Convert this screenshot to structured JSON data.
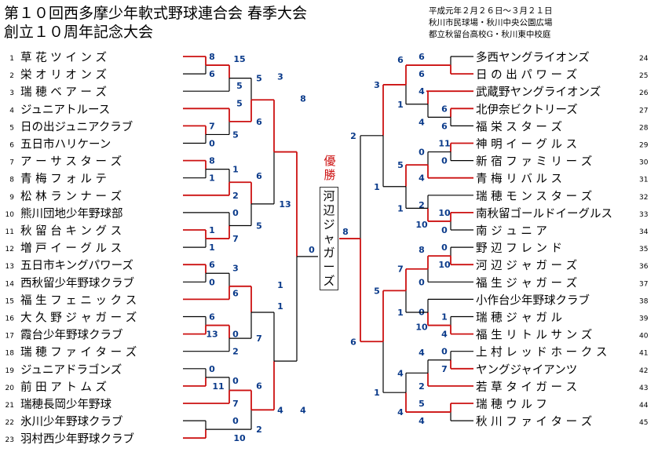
{
  "header": {
    "title_line1": "第１０回西多摩少年軟式野球連合会 春季大会",
    "title_line2": "創立１０周年記念大会",
    "date": "平成元年２月２６日～３月２１日",
    "venue1": "秋川市民球場・秋川中央公園広場",
    "venue2": "都立秋留台高校G・秋川東中校庭"
  },
  "winner": {
    "label": "優勝",
    "team": "河辺ジャガーズ"
  },
  "left_teams": [
    {
      "no": "1",
      "name": "草 花 ツ イ ン ズ"
    },
    {
      "no": "2",
      "name": "栄 オ リ オ ン ズ"
    },
    {
      "no": "3",
      "name": "瑞 穂 ベ ア ー ズ"
    },
    {
      "no": "4",
      "name": "ジュニアトルース"
    },
    {
      "no": "5",
      "name": "日の出ジュニアクラブ"
    },
    {
      "no": "6",
      "name": "五日市ハリケーン"
    },
    {
      "no": "7",
      "name": "ア ー サ ス タ ー ズ"
    },
    {
      "no": "8",
      "name": "青 梅 フ ォ ル テ"
    },
    {
      "no": "9",
      "name": "松 林 ラ ン ナ ー ズ"
    },
    {
      "no": "10",
      "name": "熊川団地少年野球部"
    },
    {
      "no": "11",
      "name": "秋 留 台 キ ン グ ス"
    },
    {
      "no": "12",
      "name": "増 戸 イ ー グ ル ス"
    },
    {
      "no": "13",
      "name": "五日市キングパワーズ"
    },
    {
      "no": "14",
      "name": "西秋留少年野球クラブ"
    },
    {
      "no": "15",
      "name": "福 生 フ ェ ニ ッ ク ス"
    },
    {
      "no": "16",
      "name": "大 久 野 ジ ャ ガ ー ズ"
    },
    {
      "no": "17",
      "name": "霞台少年野球クラブ"
    },
    {
      "no": "18",
      "name": "瑞 穂 フ ァ イ タ ー ズ"
    },
    {
      "no": "19",
      "name": "ジュニアドラゴンズ"
    },
    {
      "no": "20",
      "name": "前 田 ア ト ム ズ"
    },
    {
      "no": "21",
      "name": "瑞穂長岡少年野球"
    },
    {
      "no": "22",
      "name": "氷川少年野球クラブ"
    },
    {
      "no": "23",
      "name": "羽村西少年野球クラブ"
    }
  ],
  "right_teams": [
    {
      "no": "24",
      "name": "多西ヤングライオンズ"
    },
    {
      "no": "25",
      "name": "日 の 出 パ ワ ー ズ"
    },
    {
      "no": "26",
      "name": "武蔵野ヤングライオンズ"
    },
    {
      "no": "27",
      "name": "北伊奈ビクトリーズ"
    },
    {
      "no": "28",
      "name": "福 栄 ス タ ー ズ"
    },
    {
      "no": "29",
      "name": "神 明 イ ー グ ル ス"
    },
    {
      "no": "30",
      "name": "新 宿 フ ァ ミ リ ー ズ"
    },
    {
      "no": "31",
      "name": "青 梅 リ バ ル ス"
    },
    {
      "no": "32",
      "name": "瑞 穂 モ ン ス タ ー ズ"
    },
    {
      "no": "33",
      "name": "南秋留ゴールドイーグルス"
    },
    {
      "no": "34",
      "name": "南 ジ ュ ニ ア"
    },
    {
      "no": "35",
      "name": "野 辺 フ レ ン ド"
    },
    {
      "no": "36",
      "name": "河 辺 ジ ャ ガ ー ズ"
    },
    {
      "no": "37",
      "name": "福 生 ジ ャ ガ ー ズ"
    },
    {
      "no": "38",
      "name": "小作台少年野球クラブ"
    },
    {
      "no": "39",
      "name": "瑞 穂 ジ ャ ガ ル"
    },
    {
      "no": "40",
      "name": "福 生 リ ト ル サ ン ズ"
    },
    {
      "no": "41",
      "name": "上 村 レ ッ ド ホ ー ク ス"
    },
    {
      "no": "42",
      "name": "ヤングジャイアンツ"
    },
    {
      "no": "43",
      "name": "若 草 タ イ ガ ー ス"
    },
    {
      "no": "44",
      "name": "瑞 穂 ウ ル フ"
    },
    {
      "no": "45",
      "name": "秋 川 フ ァ イ タ ー ズ"
    }
  ],
  "scores_left": [
    "8",
    "6",
    "15",
    "5",
    "5",
    "7",
    "5",
    "5",
    "6",
    "3",
    "0",
    "8",
    "1",
    "6",
    "2",
    "13",
    "0",
    "5",
    "1",
    "7",
    "6",
    "3",
    "2",
    "0",
    "1",
    "6",
    "7",
    "13",
    "0",
    "2",
    "4",
    "0",
    "11",
    "7",
    "6",
    "4",
    "0",
    "2",
    "10"
  ],
  "scores_right": [
    "0",
    "6",
    "6",
    "3",
    "4",
    "1",
    "6",
    "6",
    "4",
    "2",
    "11",
    "0",
    "5",
    "0",
    "4",
    "1",
    "0",
    "2",
    "10",
    "10",
    "8",
    "0",
    "7",
    "10",
    "0",
    "5",
    "0",
    "1",
    "1",
    "10",
    "4",
    "4",
    "0",
    "7",
    "2",
    "4",
    "5",
    "4",
    "1",
    "6",
    "8"
  ],
  "final_scores": {
    "left": "0",
    "right": "8"
  },
  "colors": {
    "win_line": "#cc1111",
    "lose_line": "#000000",
    "score": "#0a3a8a"
  }
}
